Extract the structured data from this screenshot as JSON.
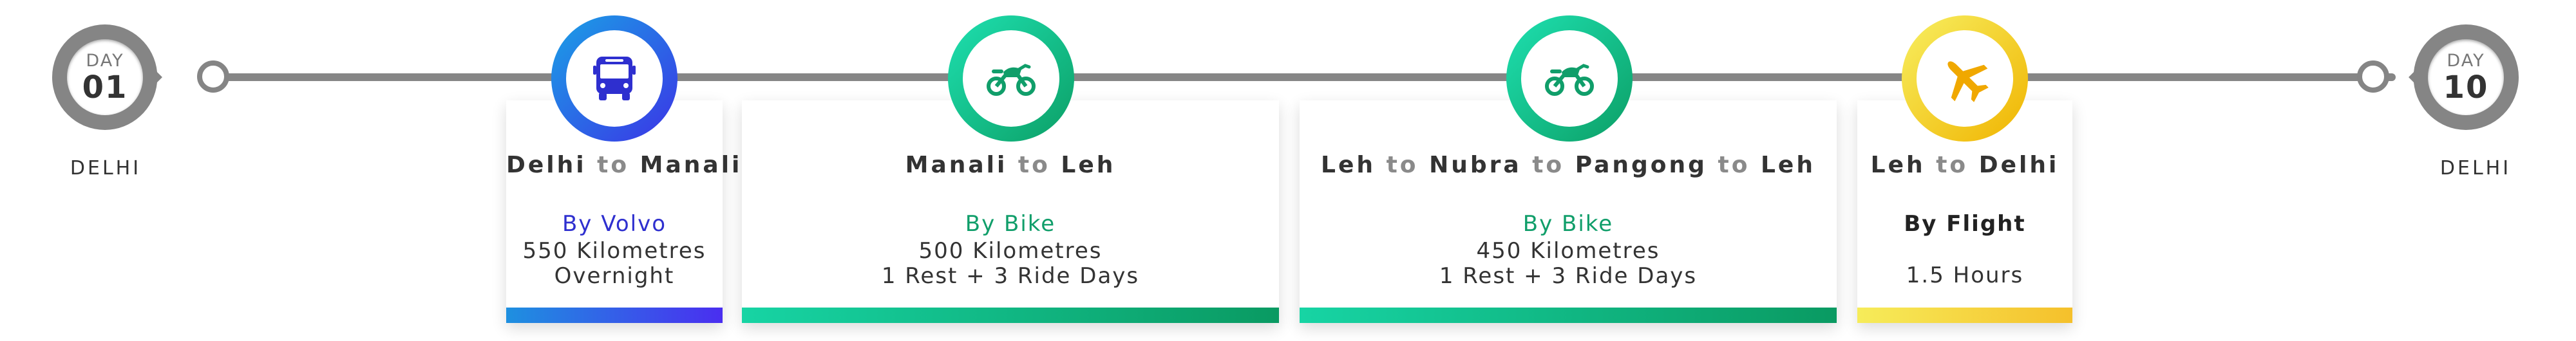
{
  "route": {
    "start": {
      "day_label": "DAY",
      "day_number": "01",
      "city": "DELHI"
    },
    "end": {
      "day_label": "DAY",
      "day_number": "10",
      "city": "DELHI"
    },
    "legs": [
      {
        "from": "Delhi",
        "to_word": "to",
        "to": "Manali",
        "mode": "By Volvo",
        "distance": "550 Kilometres",
        "duration": "Overnight",
        "icon": "bus-icon",
        "accent": "#2e2fcf",
        "bar_colors": [
          "#1e90e0",
          "#4a2ef0"
        ],
        "badge_colors": [
          "#1aa1e6",
          "#3b34e6"
        ]
      },
      {
        "from": "Manali",
        "to_word": "to",
        "to": "Leh",
        "mode": "By Bike",
        "distance": "500 Kilometres",
        "duration": "1 Rest + 3 Ride Days",
        "icon": "motorcycle-icon",
        "accent": "#109e6a",
        "bar_colors": [
          "#17d4a4",
          "#0a9a62"
        ],
        "badge_colors": [
          "#1ee0b0",
          "#0c9f66"
        ]
      },
      {
        "route_parts": [
          "Leh",
          "to",
          "Nubra",
          "to",
          "Pangong",
          "to",
          "Leh"
        ],
        "mode": "By Bike",
        "distance": "450 Kilometres",
        "duration": "1 Rest + 3 Ride Days",
        "icon": "motorcycle-icon",
        "accent": "#109e6a",
        "bar_colors": [
          "#17d4a4",
          "#0a9a62"
        ],
        "badge_colors": [
          "#1ee0b0",
          "#0c9f66"
        ]
      },
      {
        "from": "Leh",
        "to_word": "to",
        "to": "Delhi",
        "mode": "By Flight",
        "duration": "1.5 Hours",
        "icon": "airplane-icon",
        "accent": "#222222",
        "bar_colors": [
          "#f6ec5a",
          "#f5c02b"
        ],
        "badge_colors": [
          "#f7ef61",
          "#f0b400"
        ]
      }
    ]
  },
  "colors": {
    "track": "#868686",
    "marker": "#858585"
  }
}
